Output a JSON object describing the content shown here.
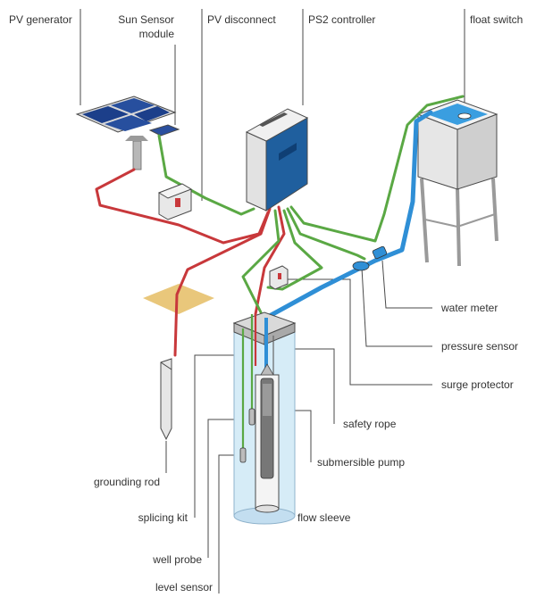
{
  "labels": {
    "pv_generator": "PV generator",
    "sun_sensor_line1": "Sun Sensor",
    "sun_sensor_line2": "module",
    "pv_disconnect": "PV disconnect",
    "ps2_controller": "PS2 controller",
    "float_switch": "float switch",
    "water_meter": "water meter",
    "pressure_sensor": "pressure sensor",
    "surge_protector": "surge protector",
    "safety_rope": "safety rope",
    "submersible_pump": "submersible pump",
    "flow_sleeve": "flow sleeve",
    "grounding_rod": "grounding rod",
    "splicing_kit": "splicing kit",
    "well_probe": "well probe",
    "level_sensor": "level sensor"
  },
  "colors": {
    "dc_cable": "#c8383b",
    "signal_cable": "#5aa844",
    "water_pipe": "#2f8fd6",
    "controller_blue": "#1f5f9e",
    "panel_blue": "#1c3f8a",
    "water_fill": "#d6ecf7",
    "ground_pad": "#e9c77b"
  }
}
